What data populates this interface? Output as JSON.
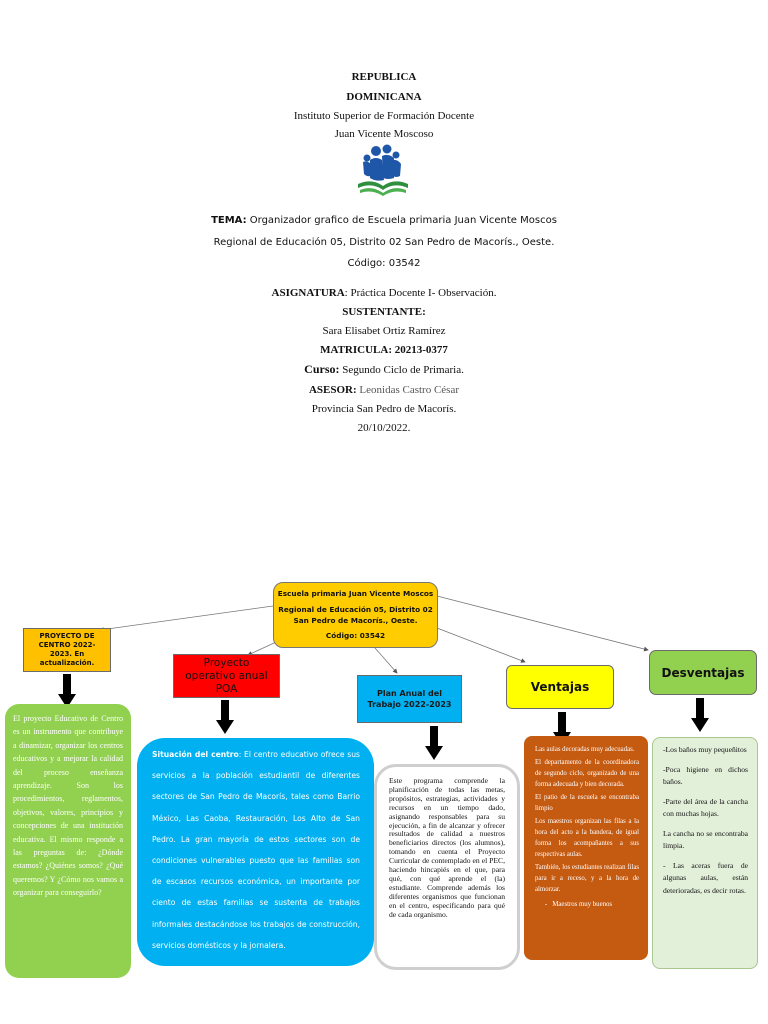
{
  "header": {
    "republica": "REPUBLICA",
    "dominicana": "DOMINICANA",
    "instituto": "Instituto Superior de Formación Docente",
    "instituto2": "Juan Vicente Moscoso",
    "tema_label": "TEMA:",
    "tema_text": " Organizador grafico de Escuela primaria Juan Vicente Moscos",
    "regional": "Regional de Educación 05, Distrito 02 San Pedro de Macorís., Oeste.",
    "codigo": "Código: 03542",
    "asignatura_label": "ASIGNATURA",
    "asignatura_text": ": Práctica Docente I- Observación.",
    "sustentante_label": "SUSTENTANTE:",
    "sustentante_name": "Sara Elisabet Ortiz Ramírez",
    "matricula": "MATRICULA: 20213-0377",
    "curso_label": "Curso:",
    "curso_text": " Segundo Ciclo de Primaria.",
    "asesor_label": "ASESOR:",
    "asesor_text": " Leonidas Castro César",
    "provincia": "Provincia San Pedro de Macorís.",
    "fecha": "20/10/2022."
  },
  "central": {
    "line1": "Escuela primaria Juan Vicente Moscos",
    "line2": "Regional de Educación 05, Distrito 02",
    "line3": "San Pedro de Macorís., Oeste.",
    "line4": "Código: 03542"
  },
  "branches": {
    "proyecto_centro": {
      "title": "PROYECTO DE CENTRO 2022-2023. En actualización.",
      "body": "El proyecto Educativo de Centro es un instrumento que contribuye a dinamizar, organizar los centros educativos y a mejorar la calidad del proceso enseñanza aprendizaje. Son los procedimientos, reglamentos, objetivos, valores, principios y concepciones de una institución educativa. El mismo responde a las preguntas de: ¿Dónde estamos? ¿Quiénes somos? ¿Qué queremos? Y ¿Cómo nos vamos a organizar para conseguirlo?"
    },
    "poa": {
      "title": "Proyecto operativo anual POA",
      "body_label": "Situación del centro",
      "body": ": El centro educativo ofrece sus servicios a la población estudiantil de diferentes sectores de San Pedro de Macorís, tales como Barrio México, Las Caoba, Restauración, Los Alto de San Pedro. La gran mayoría de estos sectores son de condiciones vulnerables puesto que las familias son de escasos recursos económica, un importante por ciento de estas familias se sustenta de trabajos informales destacándose los trabajos de construcción, servicios domésticos y la jornalera."
    },
    "plan_anual": {
      "title": "Plan Anual del Trabajo 2022-2023",
      "body": "Este programa comprende la planificación de todas las metas, propósitos, estrategias, actividades y recursos en un tiempo dado, asignando responsables para su ejecución, a fin de alcanzar y ofrecer resultados de calidad a nuestros beneficiarios directos (los alumnos), tomando en cuenta el Proyecto Curricular de contemplado en el PEC, haciendo hincapiés en el que, para qué, con qué aprende el (la) estudiante. Comprende además los diferentes organismos que funcionan en el centro, especificando para qué de cada organismo."
    },
    "ventajas": {
      "title": "Ventajas",
      "items": [
        "Las aulas decoradas muy adecuadas.",
        "El departamento de la coordinadora de segundo ciclo, organizado de una forma adecuada y bien decorada.",
        "El patio de la escuela se encontraba limpio",
        "Los maestros organizan las filas a la hora del acto a la bandera, de igual forma los acompañantes a sus respectivas aulas.",
        "También, los estudiantes realizan filas para ir a receso, y a la hora de almorzar."
      ],
      "bullet": "Maestros muy buenos"
    },
    "desventajas": {
      "title": "Desventajas",
      "items": [
        "-Los baños muy pequeñitos",
        "-Poca higiene en dichos baños.",
        "-Parte del área de la cancha con muchas hojas.",
        "La cancha no se encontraba limpia.",
        "- Las aceras fuera de algunas aulas, están deterioradas, es decir rotas."
      ]
    }
  }
}
